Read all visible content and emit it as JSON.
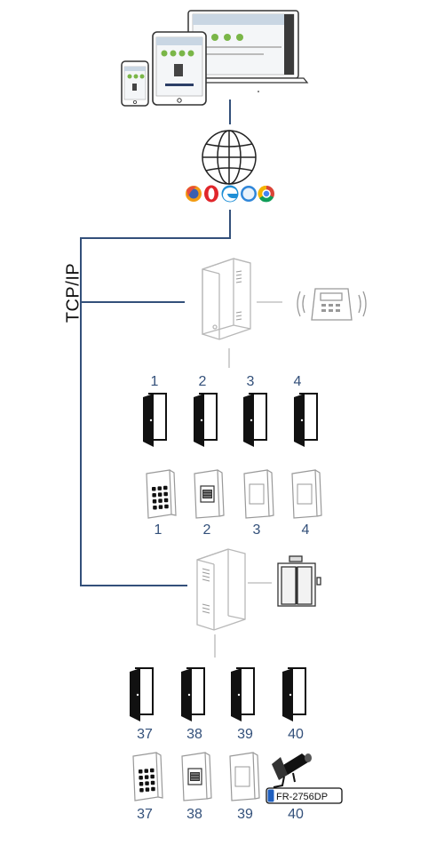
{
  "network_label": "TCP/IP",
  "controller1": {
    "door_numbers": [
      "1",
      "2",
      "3",
      "4"
    ],
    "reader_numbers": [
      "1",
      "2",
      "3",
      "4"
    ]
  },
  "controller2": {
    "door_numbers": [
      "37",
      "38",
      "39",
      "40"
    ],
    "reader_numbers": [
      "37",
      "38",
      "39",
      "40"
    ]
  },
  "lpr_camera": {
    "plate_text": "FR-2756DP"
  },
  "colors": {
    "line": "#33507a",
    "number_text": "#33507a",
    "device_stroke": "#b8b8b8",
    "door": "#111111"
  },
  "browser_icons": [
    "firefox-icon",
    "opera-icon",
    "edge-icon",
    "safari-icon",
    "chrome-icon"
  ]
}
